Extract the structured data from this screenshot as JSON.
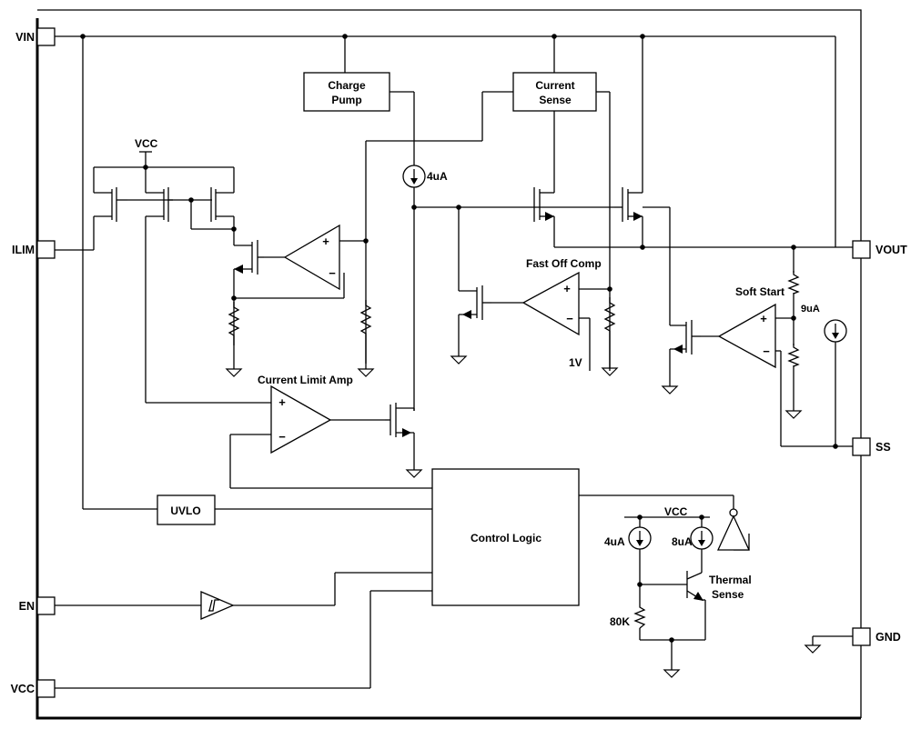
{
  "pins": {
    "vin": "VIN",
    "ilim": "ILIM",
    "en": "EN",
    "vcc": "VCC",
    "vout": "VOUT",
    "ss": "SS",
    "gnd": "GND"
  },
  "blocks": {
    "charge_pump": [
      "Charge",
      "Pump"
    ],
    "current_sense": [
      "Current",
      "Sense"
    ],
    "uvlo": "UVLO",
    "control_logic": "Control Logic"
  },
  "labels": {
    "vcc_top": "VCC",
    "vcc_thermal": "VCC",
    "i_4ua_top": "4uA",
    "fast_off_comp": "Fast Off Comp",
    "one_volt": "1V",
    "soft_start": "Soft Start",
    "i_9ua": "9uA",
    "current_limit_amp": "Current Limit Amp",
    "i_4ua_thermal": "4uA",
    "i_8ua_thermal": "8uA",
    "thermal_sense": [
      "Thermal",
      "Sense"
    ],
    "r_80k": "80K"
  },
  "amp_signs": {
    "plus": "+",
    "minus": "−"
  }
}
